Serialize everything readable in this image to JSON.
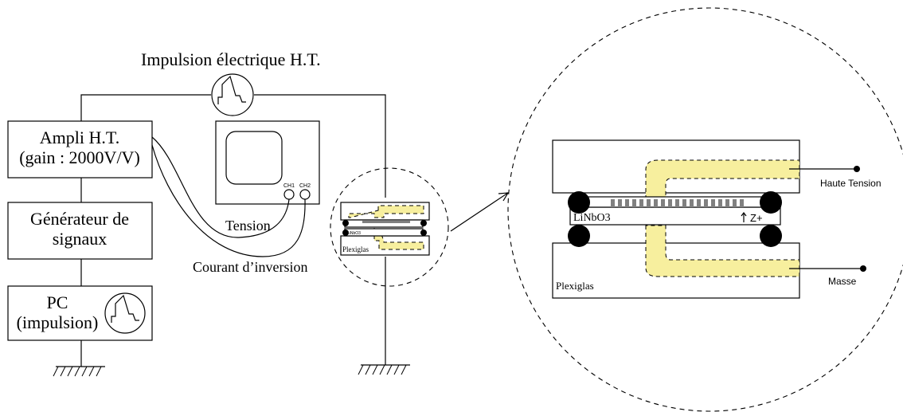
{
  "labels": {
    "pulse": "Impulsion électrique H.T.",
    "ampli_line1": "Ampli H.T.",
    "ampli_line2": "(gain : 2000V/V)",
    "generator_line1": "Générateur de",
    "generator_line2": "signaux",
    "pc_line1": "PC",
    "pc_line2": "(impulsion)",
    "tension": "Tension",
    "courant": "Courant d’inversion",
    "ch1": "CH1",
    "ch2": "CH2",
    "small_plexiglas": "Plexiglas",
    "small_linbo3": "LiNbO3",
    "big_linbo3": "LiNbO3",
    "big_plexiglas": "Plexiglas",
    "z_plus": "Z+",
    "haute_tension": "Haute Tension",
    "masse": "Masse"
  },
  "colors": {
    "electrode": "#f7ef9e",
    "stroke": "#000000",
    "comb": "#808080"
  }
}
